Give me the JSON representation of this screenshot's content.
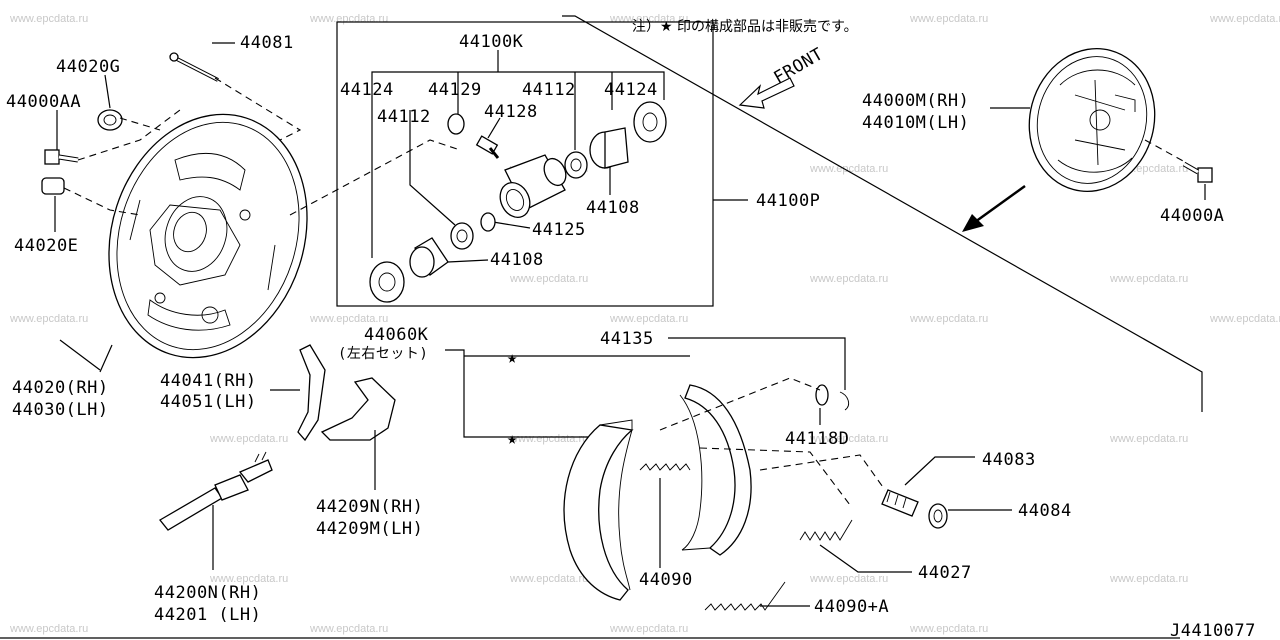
{
  "note": "注）★ 印の構成部品は非販売です。",
  "front_label": "FRONT",
  "diagram_id": "J4410077",
  "watermark": "www.epcdata.ru",
  "star_glyph": "★",
  "labels": {
    "p44081": "44081",
    "p44020g": "44020G",
    "p44000aa": "44000AA",
    "p44020e": "44020E",
    "p44020rh": "44020(RH)",
    "p44030lh": "44030(LH)",
    "p44100k": "44100K",
    "p44124a": "44124",
    "p44129": "44129",
    "p44112a": "44112",
    "p44124b": "44124",
    "p44112b": "44112",
    "p44128": "44128",
    "p44108a": "44108",
    "p44100p": "44100P",
    "p44125": "44125",
    "p44108b": "44108",
    "p44000m": "44000M(RH)",
    "p44010m": "44010M(LH)",
    "p44000a": "44000A",
    "p44060k": "44060K",
    "p44060k_sub": "(左右セット)",
    "p44135": "44135",
    "p44041": "44041(RH)",
    "p44051": "44051(LH)",
    "p44118d": "44118D",
    "p44083": "44083",
    "p44084": "44084",
    "p44209n": "44209N(RH)",
    "p44209m": "44209M(LH)",
    "p44090": "44090",
    "p44027": "44027",
    "p44200n": "44200N(RH)",
    "p44201": "44201 (LH)",
    "p44090a": "44090+A"
  }
}
